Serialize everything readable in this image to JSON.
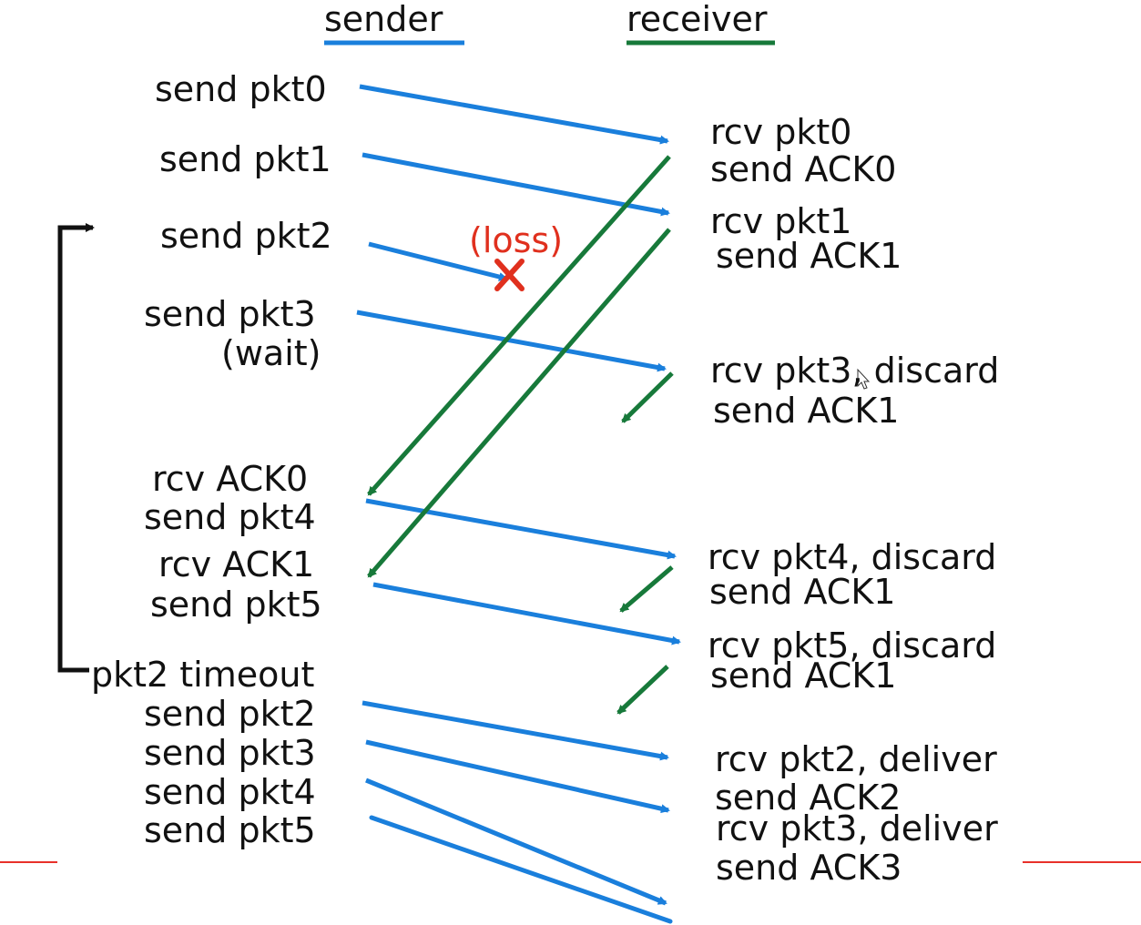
{
  "headers": {
    "sender": "sender",
    "receiver": "receiver"
  },
  "sender_labels": {
    "send_pkt0": "send pkt0",
    "send_pkt1": "send pkt1",
    "send_pkt2": "send pkt2",
    "send_pkt3": "send pkt3",
    "wait": "(wait)",
    "rcv_ack0": "rcv ACK0",
    "send_pkt4": "send pkt4",
    "rcv_ack1": "rcv ACK1",
    "send_pkt5": "send pkt5",
    "pkt2_timeout": "pkt2 timeout",
    "resend_pkt2": "send pkt2",
    "resend_pkt3": "send pkt3",
    "resend_pkt4": "send pkt4",
    "resend_pkt5": "send pkt5"
  },
  "receiver_labels": {
    "rcv_pkt0": "rcv pkt0",
    "send_ack0": "send ACK0",
    "rcv_pkt1": "rcv pkt1",
    "send_ack1_a": "send ACK1",
    "rcv_pkt3_discard": "rcv pkt3, discard",
    "send_ack1_b": "send ACK1",
    "rcv_pkt4_discard": "rcv pkt4, discard",
    "send_ack1_c": "send ACK1",
    "rcv_pkt5_discard": "rcv pkt5, discard",
    "send_ack1_d": "send ACK1",
    "rcv_pkt2_deliver": "rcv pkt2, deliver",
    "send_ack2": "send ACK2",
    "rcv_pkt3_deliver": "rcv pkt3, deliver",
    "send_ack3": "send ACK3"
  },
  "loss_label": "(loss)",
  "colors": {
    "sender": "#1a7fdc",
    "receiver": "#17793a",
    "loss": "#e0301e",
    "timer": "#111111",
    "slide_rule": "#e8302a"
  }
}
